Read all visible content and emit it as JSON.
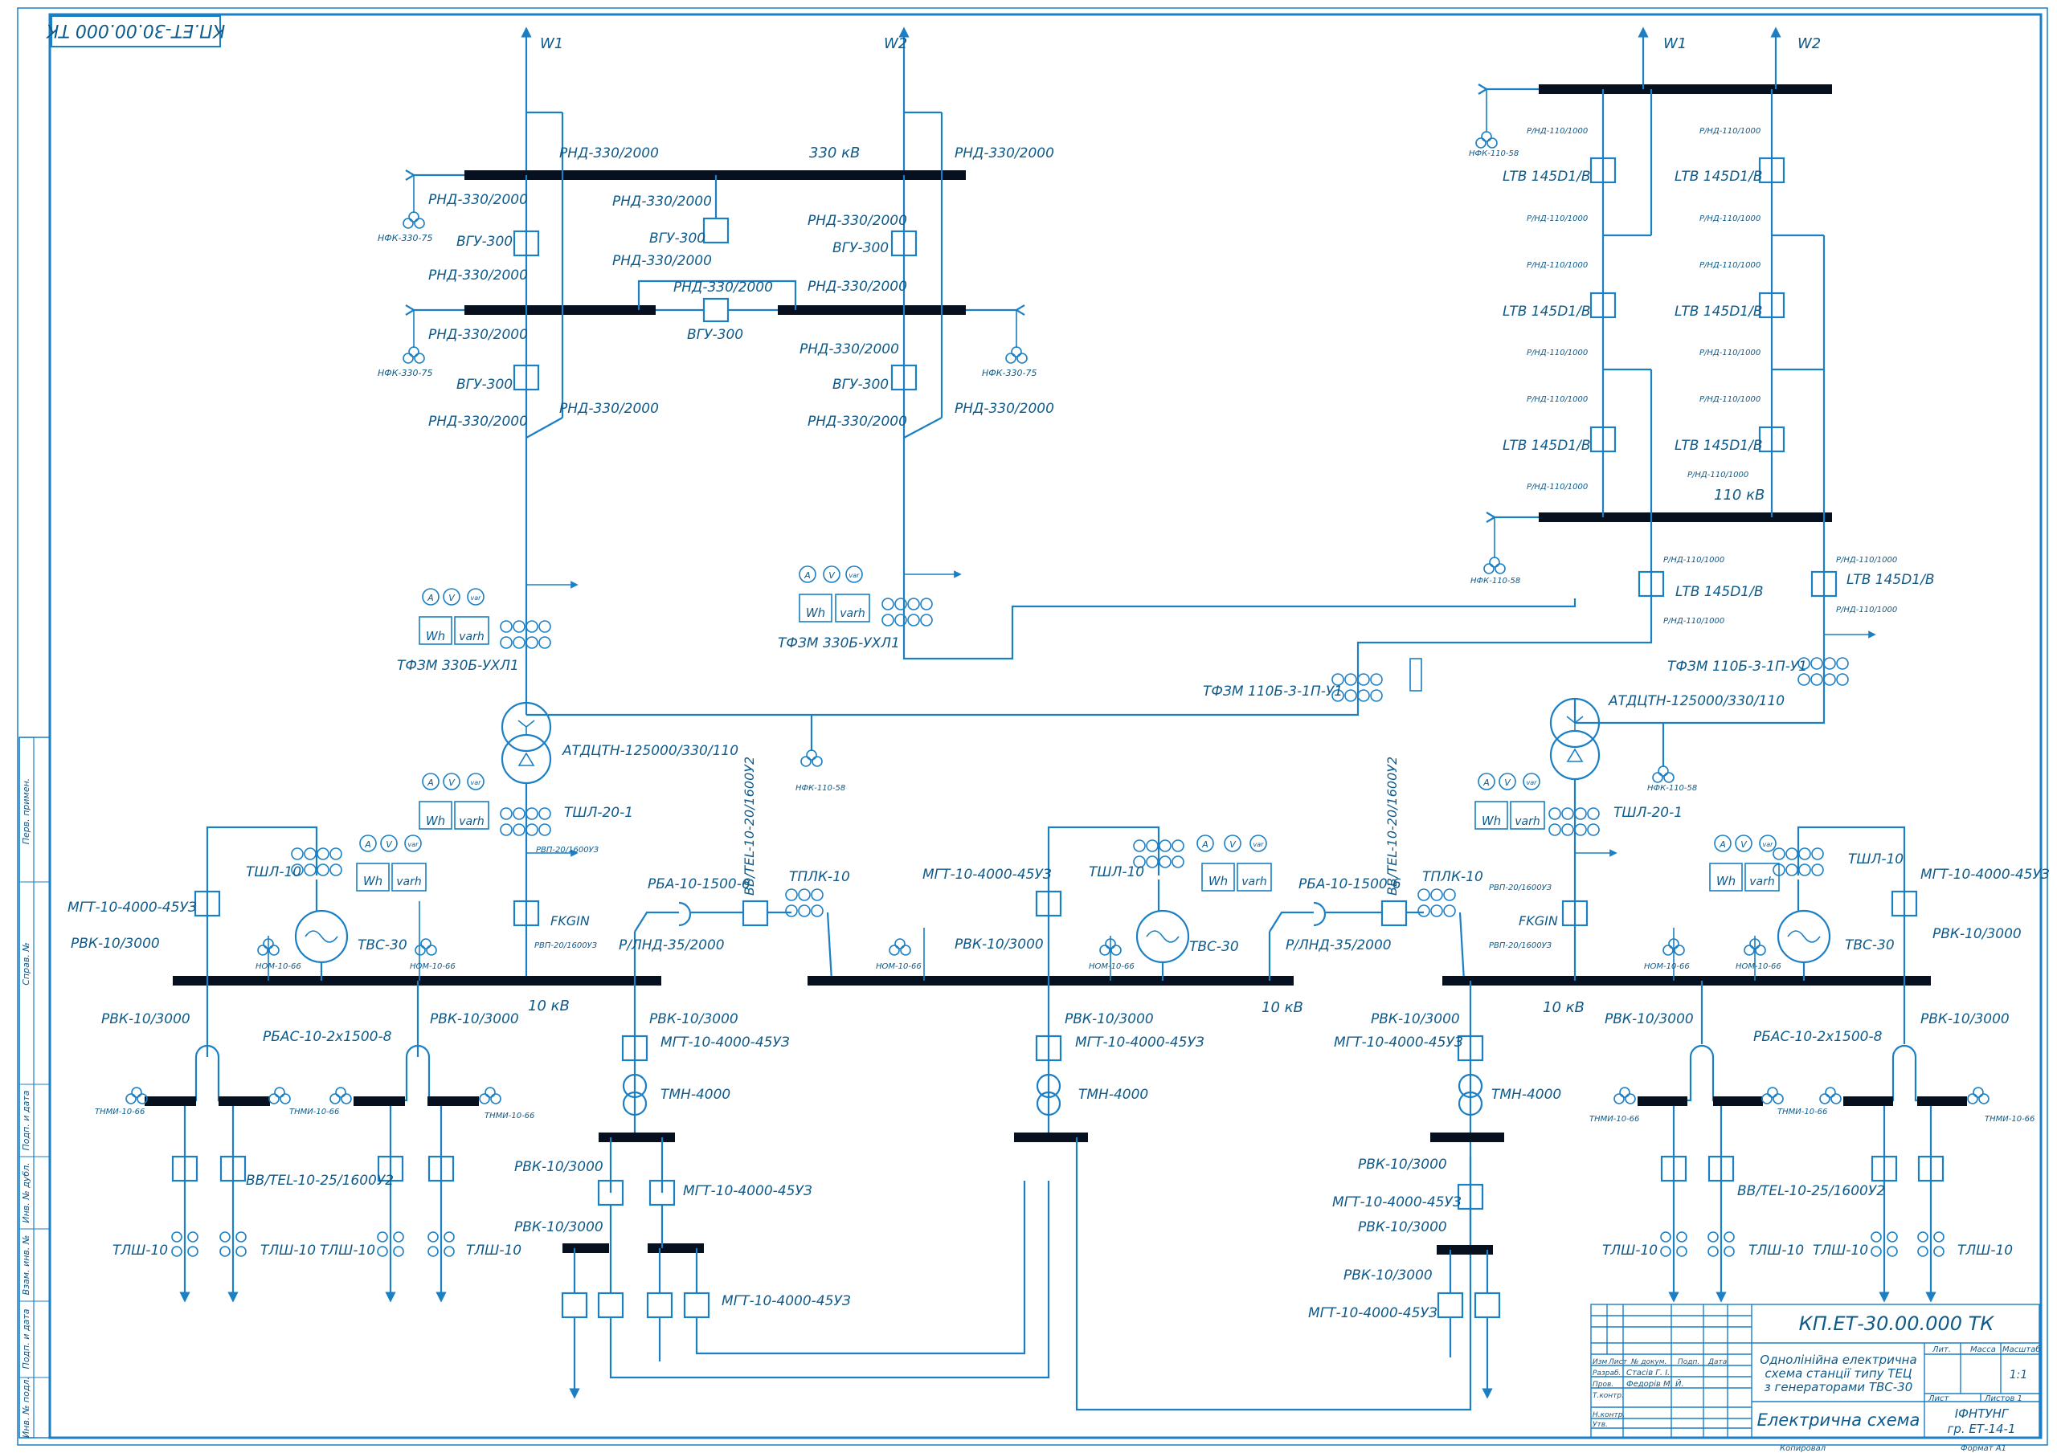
{
  "stamp": "КП.ЕТ-30.00.000 ТК",
  "lines": {
    "w1": "W1",
    "w2": "W2"
  },
  "voltages": {
    "v330": "330 кВ",
    "v110": "110 кВ",
    "v10": "10 кВ"
  },
  "labels": {
    "rnd330": "РНД-330/2000",
    "vgu": "ВГУ-300",
    "nfk330": "НФК-330-75",
    "rnd110": "Р/НД-110/1000",
    "ltb": "LTB 145D1/B",
    "nfk110": "НФК-110-58",
    "tfzm330": "ТФЗМ 330Б-УХЛ1",
    "tfzm110": "ТФЗМ 110Б-3-1П-У1",
    "atdtsn": "АТДЦТН-125000/330/110",
    "tshl20": "ТШЛ-20-1",
    "rvp": "РВП-20/1600УЗ",
    "fkgin": "FKGIN",
    "tshl10": "ТШЛ-10",
    "mgt": "МГТ-10-4000-45УЗ",
    "rvk": "РВК-10/3000",
    "tvs": "ТВС-30",
    "nom": "НОМ-10-66",
    "rba": "РБА-10-1500-6",
    "rlnd": "Р/ЛНД-35/2000",
    "vvtel1": "ВВ/TEL-10-20/1600У2",
    "tplk": "ТПЛК-10",
    "rbas": "РБАС-10-2х1500-8",
    "tnmi": "ТНМИ-10-66",
    "vvtel2": "ВВ/TEL-10-25/1600У2",
    "tlsh": "ТЛШ-10",
    "tmn": "ТМН-4000"
  },
  "meters": {
    "a": "A",
    "v": "V",
    "var": "var",
    "wh": "Wh",
    "varh": "varh"
  },
  "side_stamps": [
    "Перв. примен.",
    "Справ. №",
    "Подп. и дата",
    "Инв. № дубл.",
    "Взам. инв. №",
    "Подп. и дата",
    "Инв. № подл."
  ],
  "title_block": {
    "code": "КП.ЕТ-30.00.000 ТК",
    "description": [
      "Однолінійна електрична",
      "схема станції типу ТЕЦ",
      "з генераторами ТВС-30"
    ],
    "name": "Електрична схема",
    "org": [
      "ІФНТУНГ",
      "гр. ЕТ-14-1"
    ],
    "scale": "1:1",
    "headers": {
      "izm": "Изм",
      "list": "Лист",
      "doc": "№ докум.",
      "sign": "Подп.",
      "date": "Дата",
      "lit": "Лит.",
      "mass": "Масса",
      "scale_h": "Масштаб",
      "sheet": "Лист",
      "sheets": "Листов 1"
    },
    "roles": [
      "Разраб.",
      "Пров.",
      "Т.контр.",
      "",
      "Н.контр.",
      "Утв."
    ],
    "people": [
      "Стасів Г. І.",
      "Федорів М. Й."
    ],
    "format": "Формат А1",
    "copied": "Копировал"
  }
}
